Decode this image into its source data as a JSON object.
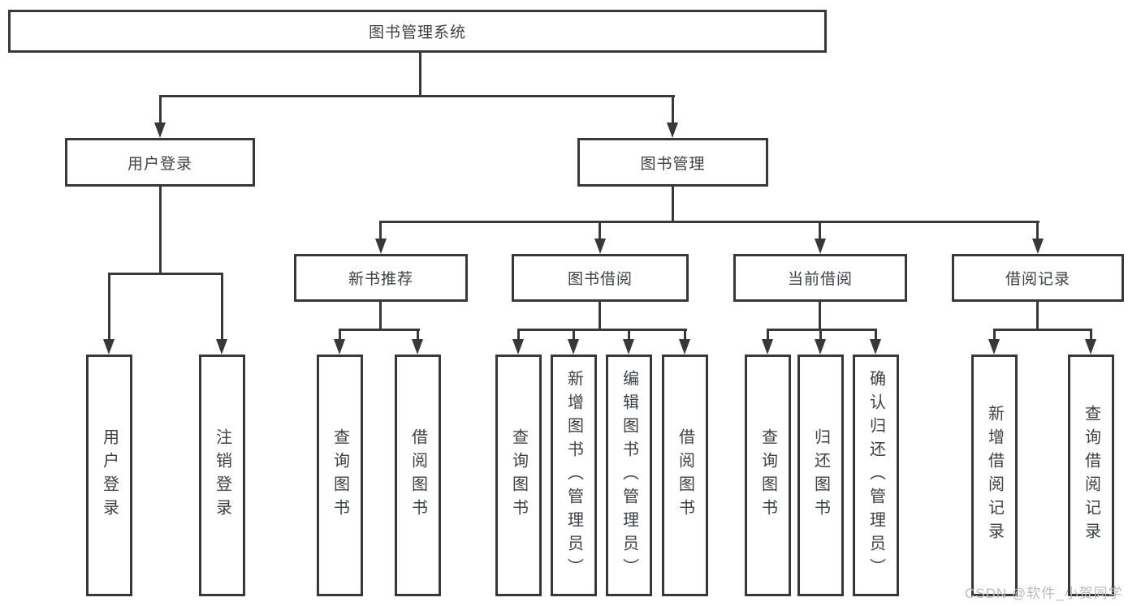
{
  "diagram": {
    "title": "图书管理系统",
    "branches": [
      {
        "label": "用户登录",
        "children": [
          {
            "label": "用户登录"
          },
          {
            "label": "注销登录"
          }
        ]
      },
      {
        "label": "图书管理",
        "groups": [
          {
            "label": "新书推荐",
            "children": [
              {
                "label": "查询图书"
              },
              {
                "label": "借阅图书"
              }
            ]
          },
          {
            "label": "图书借阅",
            "children": [
              {
                "label": "查询图书"
              },
              {
                "label": "新增图书（管理员）"
              },
              {
                "label": "编辑图书（管理员）"
              },
              {
                "label": "借阅图书"
              }
            ]
          },
          {
            "label": "当前借阅",
            "children": [
              {
                "label": "查询图书"
              },
              {
                "label": "归还图书"
              },
              {
                "label": "确认归还（管理员）"
              }
            ]
          },
          {
            "label": "借阅记录",
            "children": [
              {
                "label": "新增借阅记录"
              },
              {
                "label": "查询借阅记录"
              }
            ]
          }
        ]
      }
    ],
    "watermark": "CSDN @软件_小贺同学"
  },
  "colors": {
    "line": "#383838",
    "text": "#3d4043",
    "watermark": "#b7bbc1",
    "background": "#ffffff"
  }
}
